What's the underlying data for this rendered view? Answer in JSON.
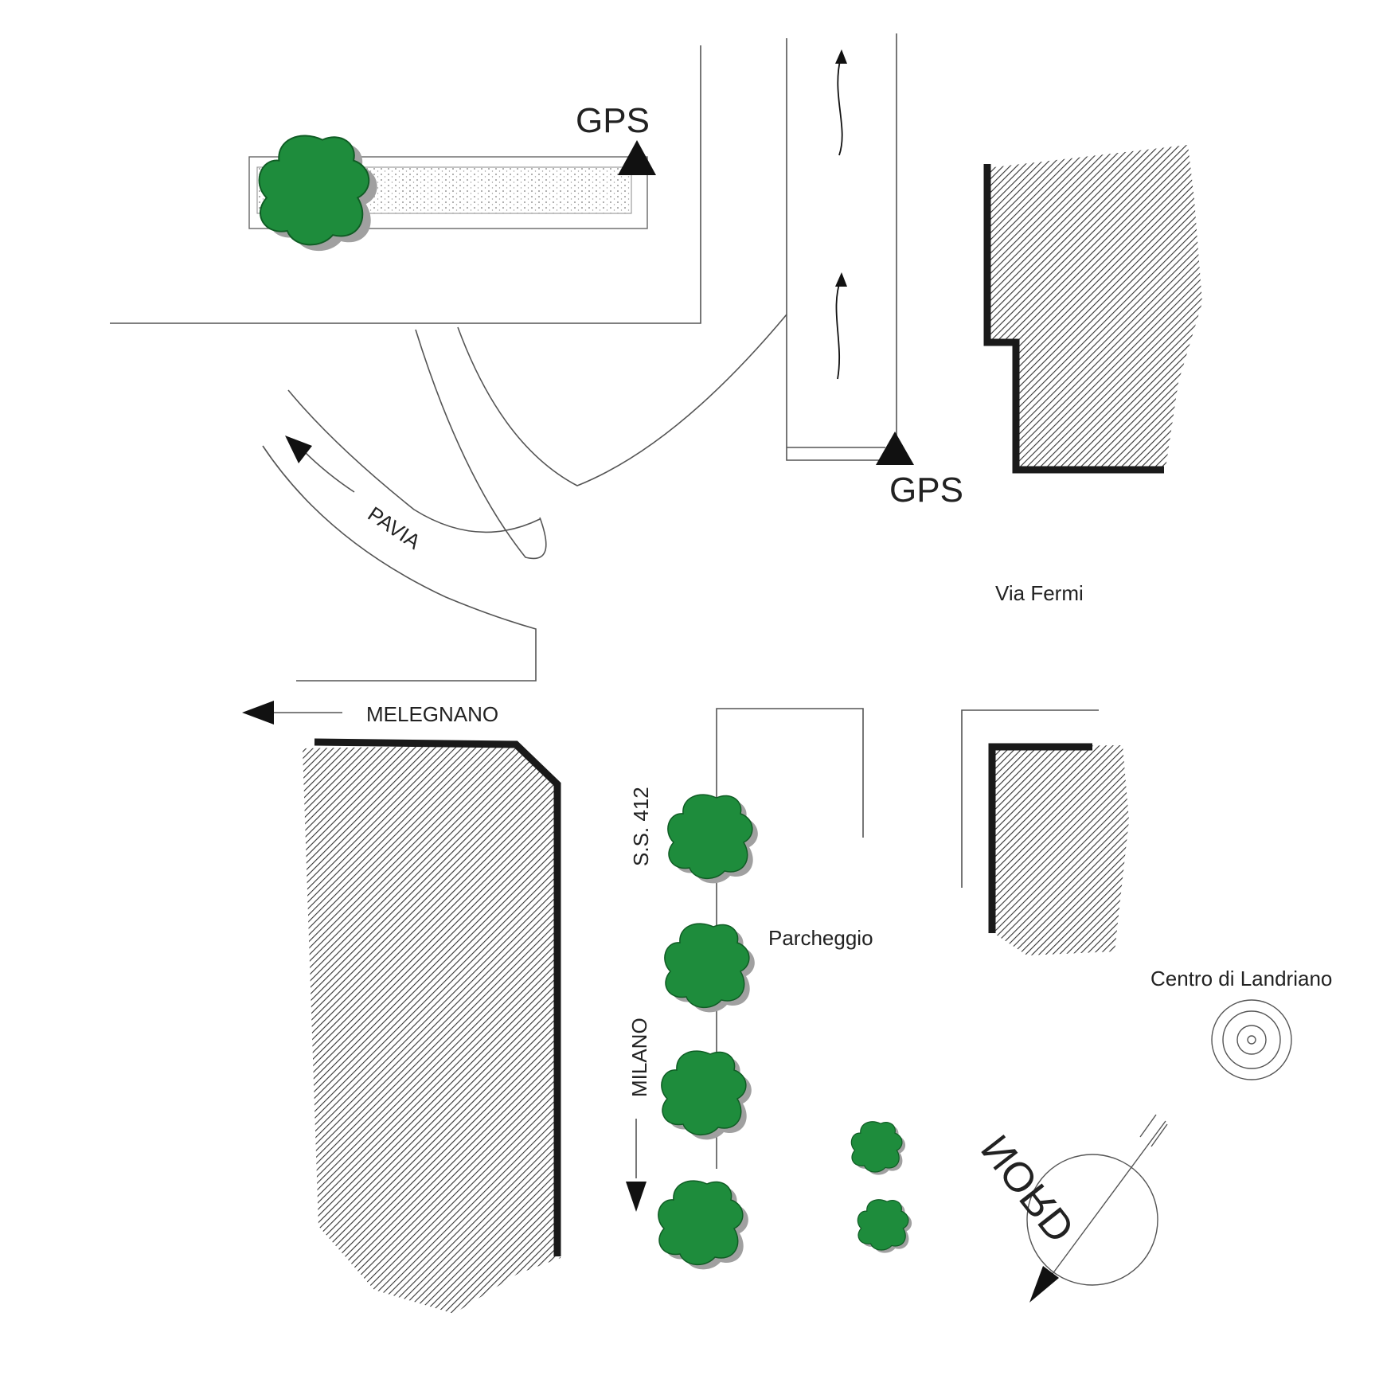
{
  "labels": {
    "gps_top": "GPS",
    "gps_mid": "GPS",
    "via_fermi": "Via Fermi",
    "pavia": "PAVIA",
    "melegnano": "MELEGNANO",
    "ss412": "S.S. 412",
    "milano": "MILANO",
    "parcheggio": "Parcheggio",
    "centro": "Centro di Landriano",
    "nord": "NORD"
  },
  "colors": {
    "tree": "#1e8c3c",
    "tree_shadow": "#a0a0a0",
    "line": "#555555",
    "wall": "#1a1a1a",
    "hatch": "#333333"
  },
  "icons": {
    "gps_marker": "triangle-icon",
    "tree": "tree-icon",
    "center": "target-icon",
    "north": "compass-icon"
  }
}
